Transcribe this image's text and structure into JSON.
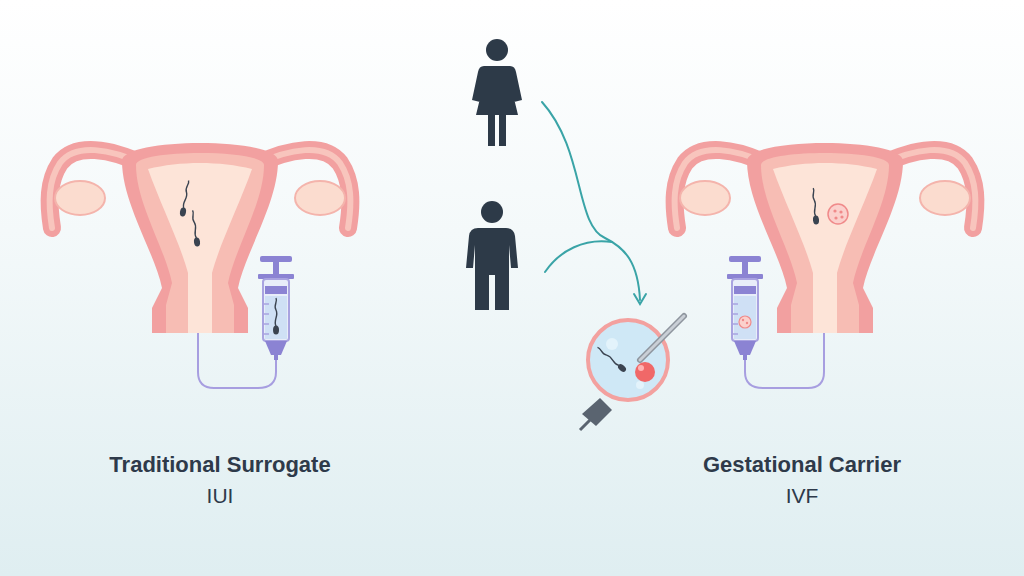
{
  "diagram": {
    "labels": [
      "Traditional Surrogate",
      "IUI",
      "Gestational Carrier",
      "IVF"
    ]
  }
}
